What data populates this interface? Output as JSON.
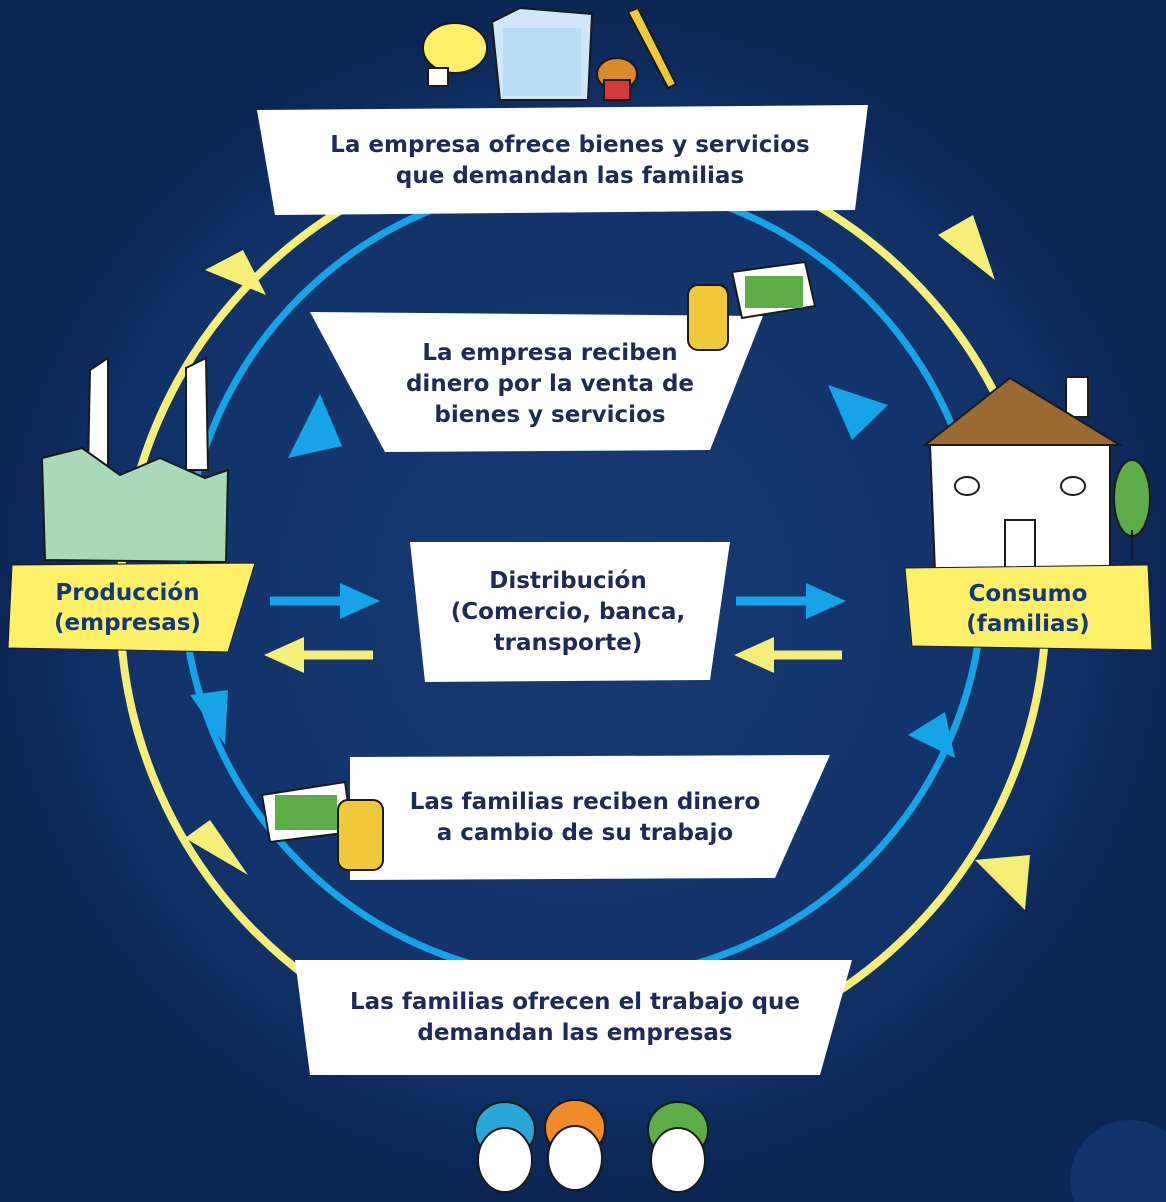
{
  "nodes": {
    "production": {
      "line1": "Producción",
      "line2": "(empresas)"
    },
    "consumption": {
      "line1": "Consumo",
      "line2": "(familias)"
    },
    "distribution": {
      "line1": "Distribución",
      "line2": "(Comercio, banca,",
      "line3": "transporte)"
    }
  },
  "flows": {
    "goods_offer": {
      "line1": "La empresa ofrece bienes y servicios",
      "line2": "que demandan las familias"
    },
    "firm_money": {
      "line1": "La empresa reciben",
      "line2": "dinero por la venta de",
      "line3": "bienes y servicios"
    },
    "family_money": {
      "line1": "Las familias reciben dinero",
      "line2": "a cambio de su trabajo"
    },
    "labor_offer": {
      "line1": "Las familias ofrecen el trabajo que",
      "line2": "demandan las empresas"
    }
  },
  "colors": {
    "background": "#0b2554",
    "goods_labor_flow": "#f5ef7a",
    "money_flow": "#17a3e8",
    "node_fill": "#fff06a",
    "label_fill": "#ffffff"
  }
}
